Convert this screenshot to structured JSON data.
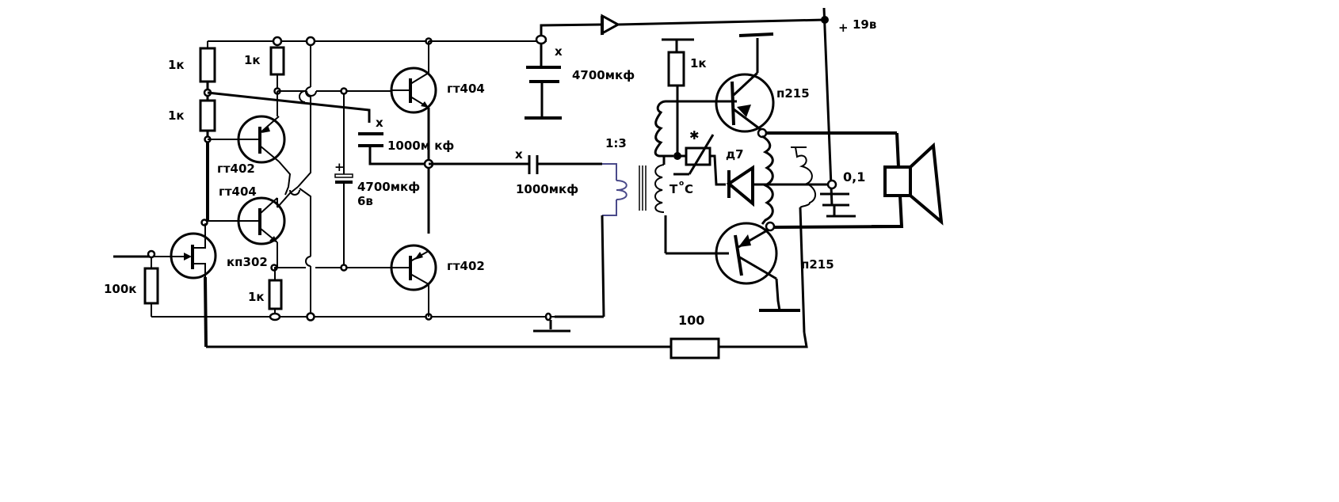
{
  "diagram": {
    "type": "schematic",
    "title": "",
    "supply": {
      "label": "+ 19в",
      "plus": "+",
      "value": "19в"
    },
    "resistors": [
      {
        "id": "R1",
        "label": "1к"
      },
      {
        "id": "R2",
        "label": "1к"
      },
      {
        "id": "R3",
        "label": "1к"
      },
      {
        "id": "R4",
        "label": "1к"
      },
      {
        "id": "R5",
        "label": "100к"
      },
      {
        "id": "R6",
        "label": "1к"
      },
      {
        "id": "R7",
        "label": "100"
      }
    ],
    "capacitors": [
      {
        "id": "C1",
        "label": "1000м кф"
      },
      {
        "id": "C2",
        "label": "4700мкф",
        "voltage": "6в",
        "polarity": "+"
      },
      {
        "id": "C3",
        "label": "4700мкф"
      },
      {
        "id": "C4",
        "label": "1000мкф"
      },
      {
        "id": "C5",
        "label": "0,1"
      }
    ],
    "transistors": [
      {
        "id": "Q1",
        "label": "гт402"
      },
      {
        "id": "Q2",
        "label": "гт404"
      },
      {
        "id": "Q3",
        "label": "кп302"
      },
      {
        "id": "Q4",
        "label": "гт404"
      },
      {
        "id": "Q5",
        "label": "гт402"
      },
      {
        "id": "Q6",
        "label": "п215"
      },
      {
        "id": "Q7",
        "label": "п215"
      }
    ],
    "transformer": {
      "label": "1:3"
    },
    "diode_d7": {
      "label": "д7"
    },
    "thermistor": {
      "label": "T°C",
      "t": "T",
      "deg": "o",
      "c": "C"
    },
    "cross_mark": "x"
  }
}
